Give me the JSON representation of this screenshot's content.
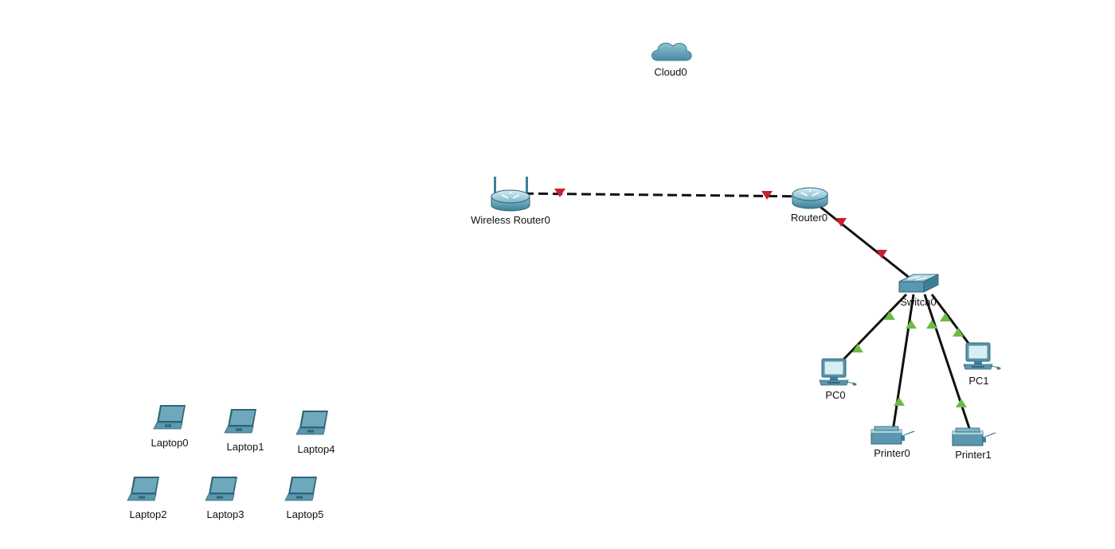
{
  "colors": {
    "device_body": "#5b97ad",
    "device_light": "#a9d3e0",
    "device_dark": "#2f6579",
    "link": "#111111",
    "status_up": "#6dbb45",
    "status_down": "#c8202d"
  },
  "devices": {
    "cloud0": {
      "label": "Cloud0",
      "icon": "cloud-icon"
    },
    "wireless_router0": {
      "label": "Wireless Router0",
      "icon": "wireless-router-icon"
    },
    "router0": {
      "label": "Router0",
      "icon": "router-icon"
    },
    "switch0": {
      "label": "Switch0",
      "icon": "switch-icon"
    },
    "pc0": {
      "label": "PC0",
      "icon": "pc-icon"
    },
    "pc1": {
      "label": "PC1",
      "icon": "pc-icon"
    },
    "printer0": {
      "label": "Printer0",
      "icon": "printer-icon"
    },
    "printer1": {
      "label": "Printer1",
      "icon": "printer-icon"
    },
    "laptop0": {
      "label": "Laptop0",
      "icon": "laptop-icon"
    },
    "laptop1": {
      "label": "Laptop1",
      "icon": "laptop-icon"
    },
    "laptop2": {
      "label": "Laptop2",
      "icon": "laptop-icon"
    },
    "laptop3": {
      "label": "Laptop3",
      "icon": "laptop-icon"
    },
    "laptop4": {
      "label": "Laptop4",
      "icon": "laptop-icon"
    },
    "laptop5": {
      "label": "Laptop5",
      "icon": "laptop-icon"
    }
  },
  "links": [
    {
      "from": "Wireless Router0",
      "to": "Router0",
      "style": "dashed",
      "status": "down"
    },
    {
      "from": "Router0",
      "to": "Switch0",
      "style": "solid",
      "status": "down"
    },
    {
      "from": "Switch0",
      "to": "PC0",
      "style": "solid",
      "status": "up"
    },
    {
      "from": "Switch0",
      "to": "Printer0",
      "style": "solid",
      "status": "up"
    },
    {
      "from": "Switch0",
      "to": "Printer1",
      "style": "solid",
      "status": "up"
    },
    {
      "from": "Switch0",
      "to": "PC1",
      "style": "solid",
      "status": "up"
    }
  ]
}
